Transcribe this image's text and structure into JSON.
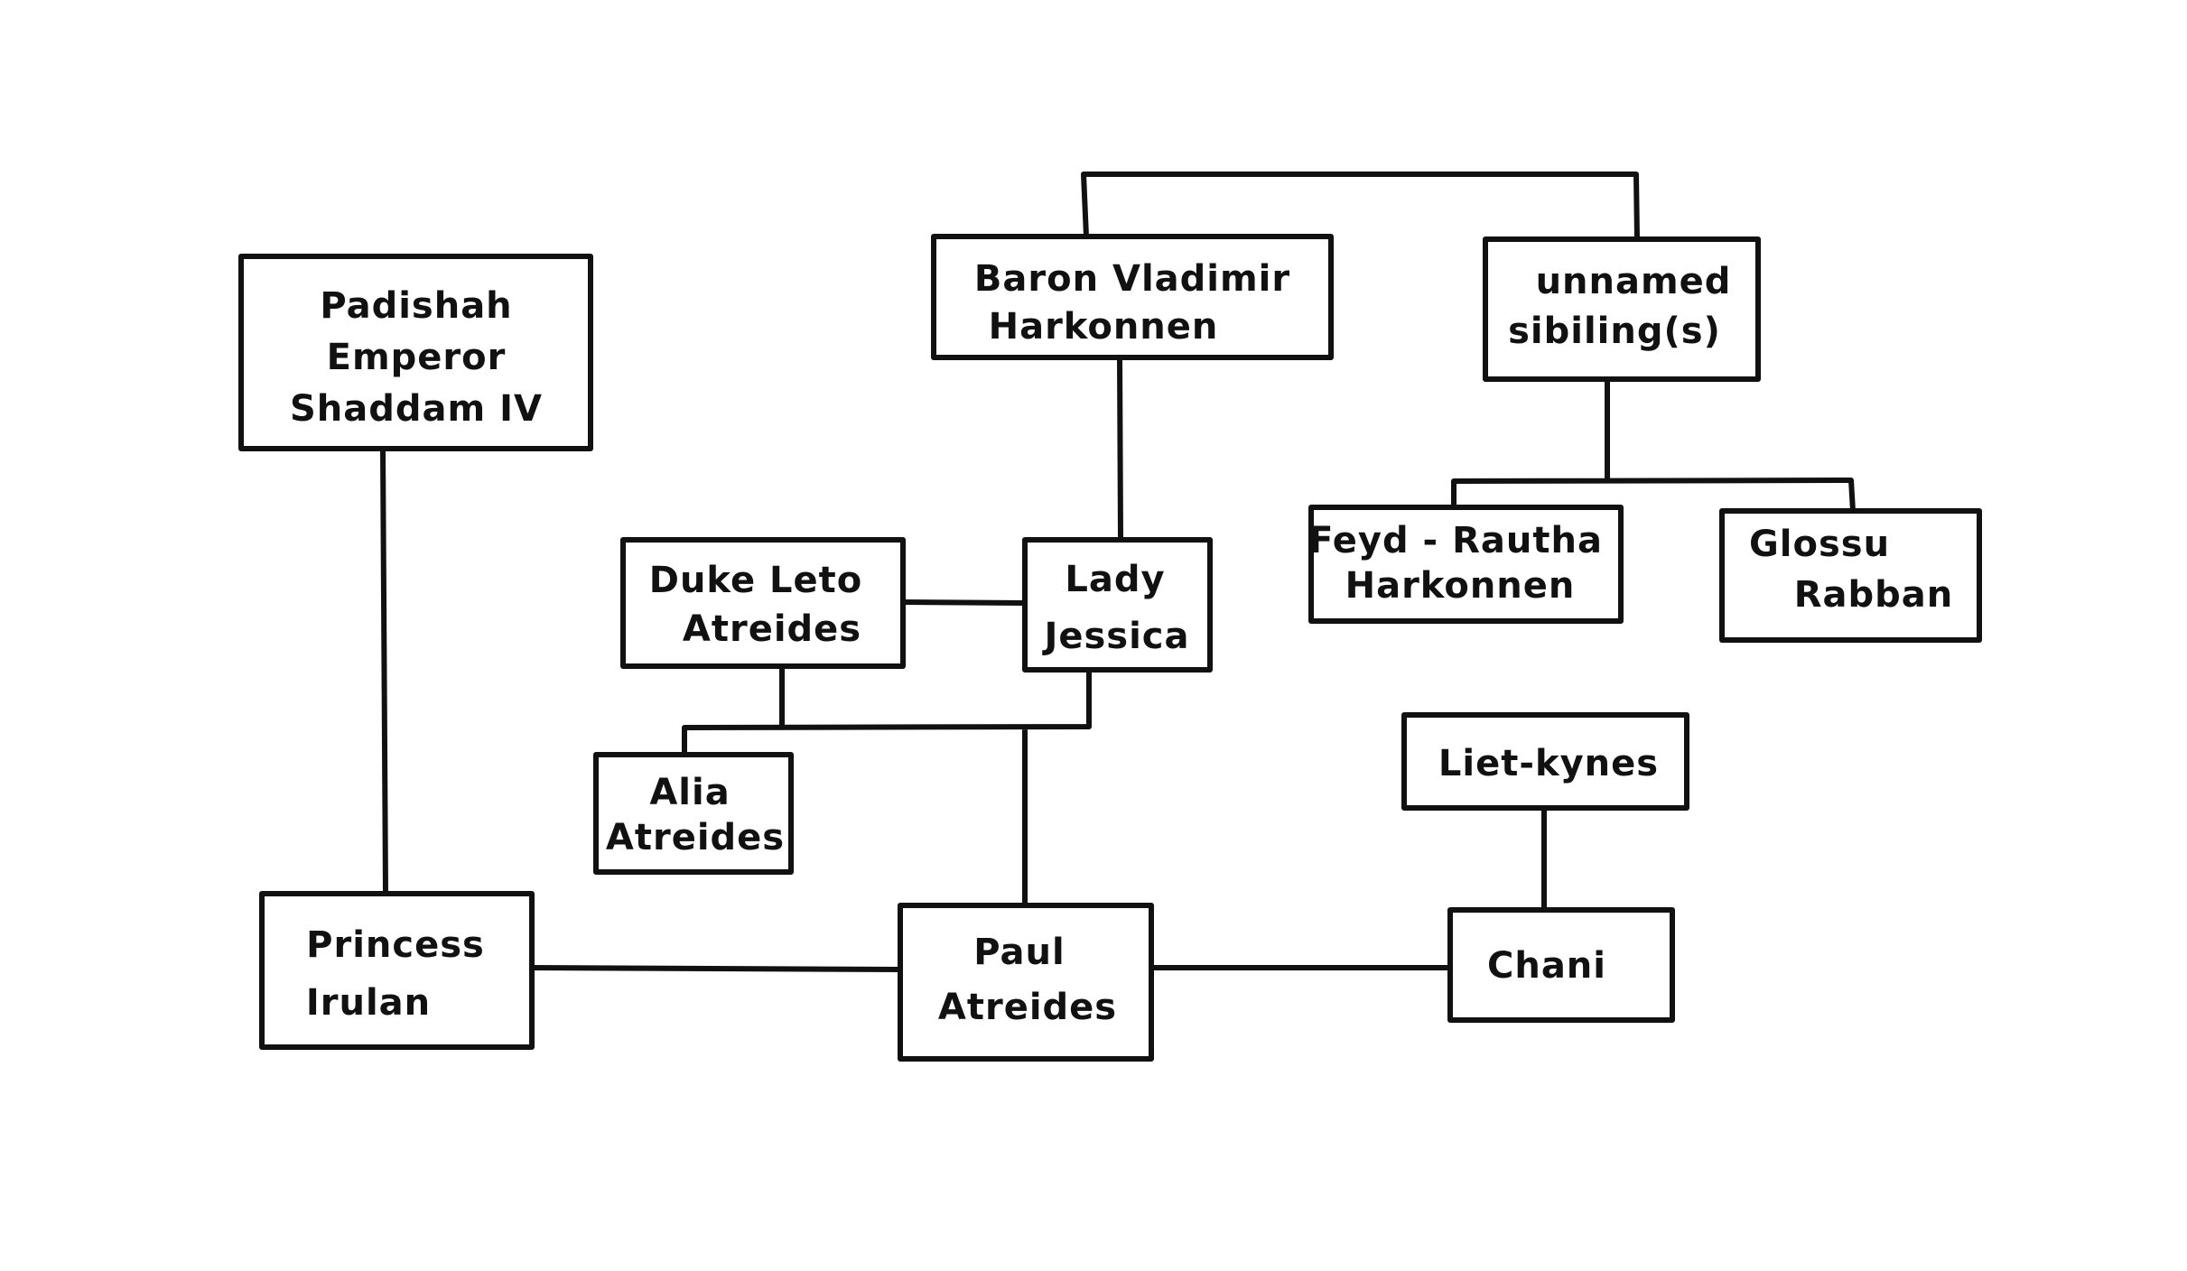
{
  "nodes": {
    "shaddam": {
      "lines": [
        "Padishah",
        "Emperor",
        "Shaddam IV"
      ]
    },
    "baron": {
      "lines": [
        "Baron Vladimir",
        "Harkonnen"
      ]
    },
    "unnamed": {
      "lines": [
        "unnamed",
        "sibiling(s)"
      ]
    },
    "leto": {
      "lines": [
        "Duke Leto",
        "Atreides"
      ]
    },
    "jessica": {
      "lines": [
        "Lady",
        "Jessica"
      ]
    },
    "feyd": {
      "lines": [
        "Feyd - Rautha",
        "Harkonnen"
      ]
    },
    "glossu": {
      "lines": [
        "Glossu",
        "Rabban"
      ]
    },
    "alia": {
      "lines": [
        "Alia",
        "Atreides"
      ]
    },
    "lietkynes": {
      "lines": [
        "Liet-kynes"
      ]
    },
    "irulan": {
      "lines": [
        "Princess",
        "Irulan"
      ]
    },
    "paul": {
      "lines": [
        "Paul",
        "Atreides"
      ]
    },
    "chani": {
      "lines": [
        "Chani"
      ]
    }
  },
  "connections": [
    {
      "from": "baron",
      "to": "unnamed",
      "kind": "siblings"
    },
    {
      "from": "baron",
      "to": "jessica",
      "kind": "parent-child"
    },
    {
      "from": "unnamed",
      "to": "feyd",
      "kind": "parent-child"
    },
    {
      "from": "unnamed",
      "to": "glossu",
      "kind": "parent-child"
    },
    {
      "from": "leto",
      "to": "jessica",
      "kind": "partners"
    },
    {
      "from": "leto",
      "to": "alia",
      "kind": "parent-child"
    },
    {
      "from": "jessica",
      "to": "paul",
      "kind": "parent-child"
    },
    {
      "from": "shaddam",
      "to": "irulan",
      "kind": "parent-child"
    },
    {
      "from": "irulan",
      "to": "paul",
      "kind": "partners"
    },
    {
      "from": "paul",
      "to": "chani",
      "kind": "partners"
    },
    {
      "from": "lietkynes",
      "to": "chani",
      "kind": "parent-child"
    }
  ]
}
